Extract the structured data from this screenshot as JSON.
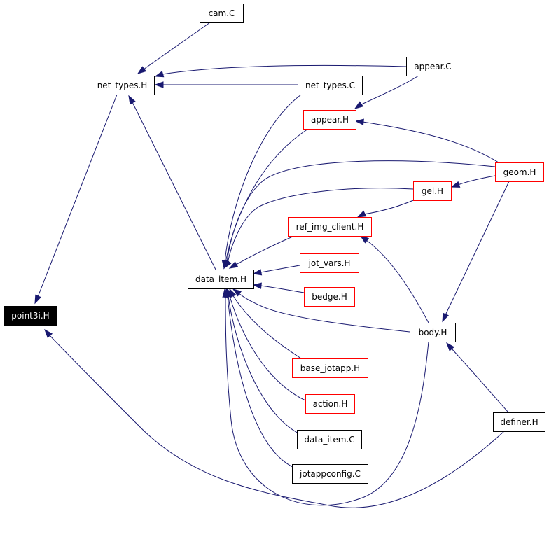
{
  "colors": {
    "edge": "#191970",
    "node_border_default": "#000000",
    "node_border_truncated": "#ff0000",
    "node_fill_root": "#000000",
    "node_text_root": "#ffffff"
  },
  "nodes": {
    "cam_C": {
      "label": "cam.C",
      "style": "default"
    },
    "net_types_H": {
      "label": "net_types.H",
      "style": "default"
    },
    "appear_C": {
      "label": "appear.C",
      "style": "default"
    },
    "net_types_C": {
      "label": "net_types.C",
      "style": "default"
    },
    "appear_H": {
      "label": "appear.H",
      "style": "truncated"
    },
    "geom_H": {
      "label": "geom.H",
      "style": "truncated"
    },
    "gel_H": {
      "label": "gel.H",
      "style": "truncated"
    },
    "ref_img_client_H": {
      "label": "ref_img_client.H",
      "style": "truncated"
    },
    "jot_vars_H": {
      "label": "jot_vars.H",
      "style": "truncated"
    },
    "data_item_H": {
      "label": "data_item.H",
      "style": "default"
    },
    "bedge_H": {
      "label": "bedge.H",
      "style": "truncated"
    },
    "point3i_H": {
      "label": "point3i.H",
      "style": "root"
    },
    "body_H": {
      "label": "body.H",
      "style": "default"
    },
    "base_jotapp_H": {
      "label": "base_jotapp.H",
      "style": "truncated"
    },
    "action_H": {
      "label": "action.H",
      "style": "truncated"
    },
    "definer_H": {
      "label": "definer.H",
      "style": "default"
    },
    "data_item_C": {
      "label": "data_item.C",
      "style": "default"
    },
    "jotappconfig_C": {
      "label": "jotappconfig.C",
      "style": "default"
    }
  },
  "edges": [
    {
      "from": "cam_C",
      "to": "net_types_H"
    },
    {
      "from": "appear_C",
      "to": "net_types_H"
    },
    {
      "from": "net_types_C",
      "to": "net_types_H"
    },
    {
      "from": "data_item_H",
      "to": "net_types_H"
    },
    {
      "from": "net_types_H",
      "to": "point3i_H"
    },
    {
      "from": "appear_C",
      "to": "appear_H"
    },
    {
      "from": "geom_H",
      "to": "appear_H"
    },
    {
      "from": "geom_H",
      "to": "gel_H"
    },
    {
      "from": "gel_H",
      "to": "ref_img_client_H"
    },
    {
      "from": "body_H",
      "to": "ref_img_client_H"
    },
    {
      "from": "geom_H",
      "to": "body_H"
    },
    {
      "from": "definer_H",
      "to": "body_H"
    },
    {
      "from": "net_types_C",
      "to": "data_item_H"
    },
    {
      "from": "appear_H",
      "to": "data_item_H"
    },
    {
      "from": "geom_H",
      "to": "data_item_H"
    },
    {
      "from": "gel_H",
      "to": "data_item_H"
    },
    {
      "from": "ref_img_client_H",
      "to": "data_item_H"
    },
    {
      "from": "jot_vars_H",
      "to": "data_item_H"
    },
    {
      "from": "bedge_H",
      "to": "data_item_H"
    },
    {
      "from": "body_H",
      "to": "data_item_H"
    },
    {
      "from": "base_jotapp_H",
      "to": "data_item_H"
    },
    {
      "from": "action_H",
      "to": "data_item_H"
    },
    {
      "from": "data_item_C",
      "to": "data_item_H"
    },
    {
      "from": "jotappconfig_C",
      "to": "data_item_H"
    },
    {
      "from": "definer_H",
      "to": "data_item_H"
    },
    {
      "from": "definer_H",
      "to": "point3i_H"
    }
  ]
}
